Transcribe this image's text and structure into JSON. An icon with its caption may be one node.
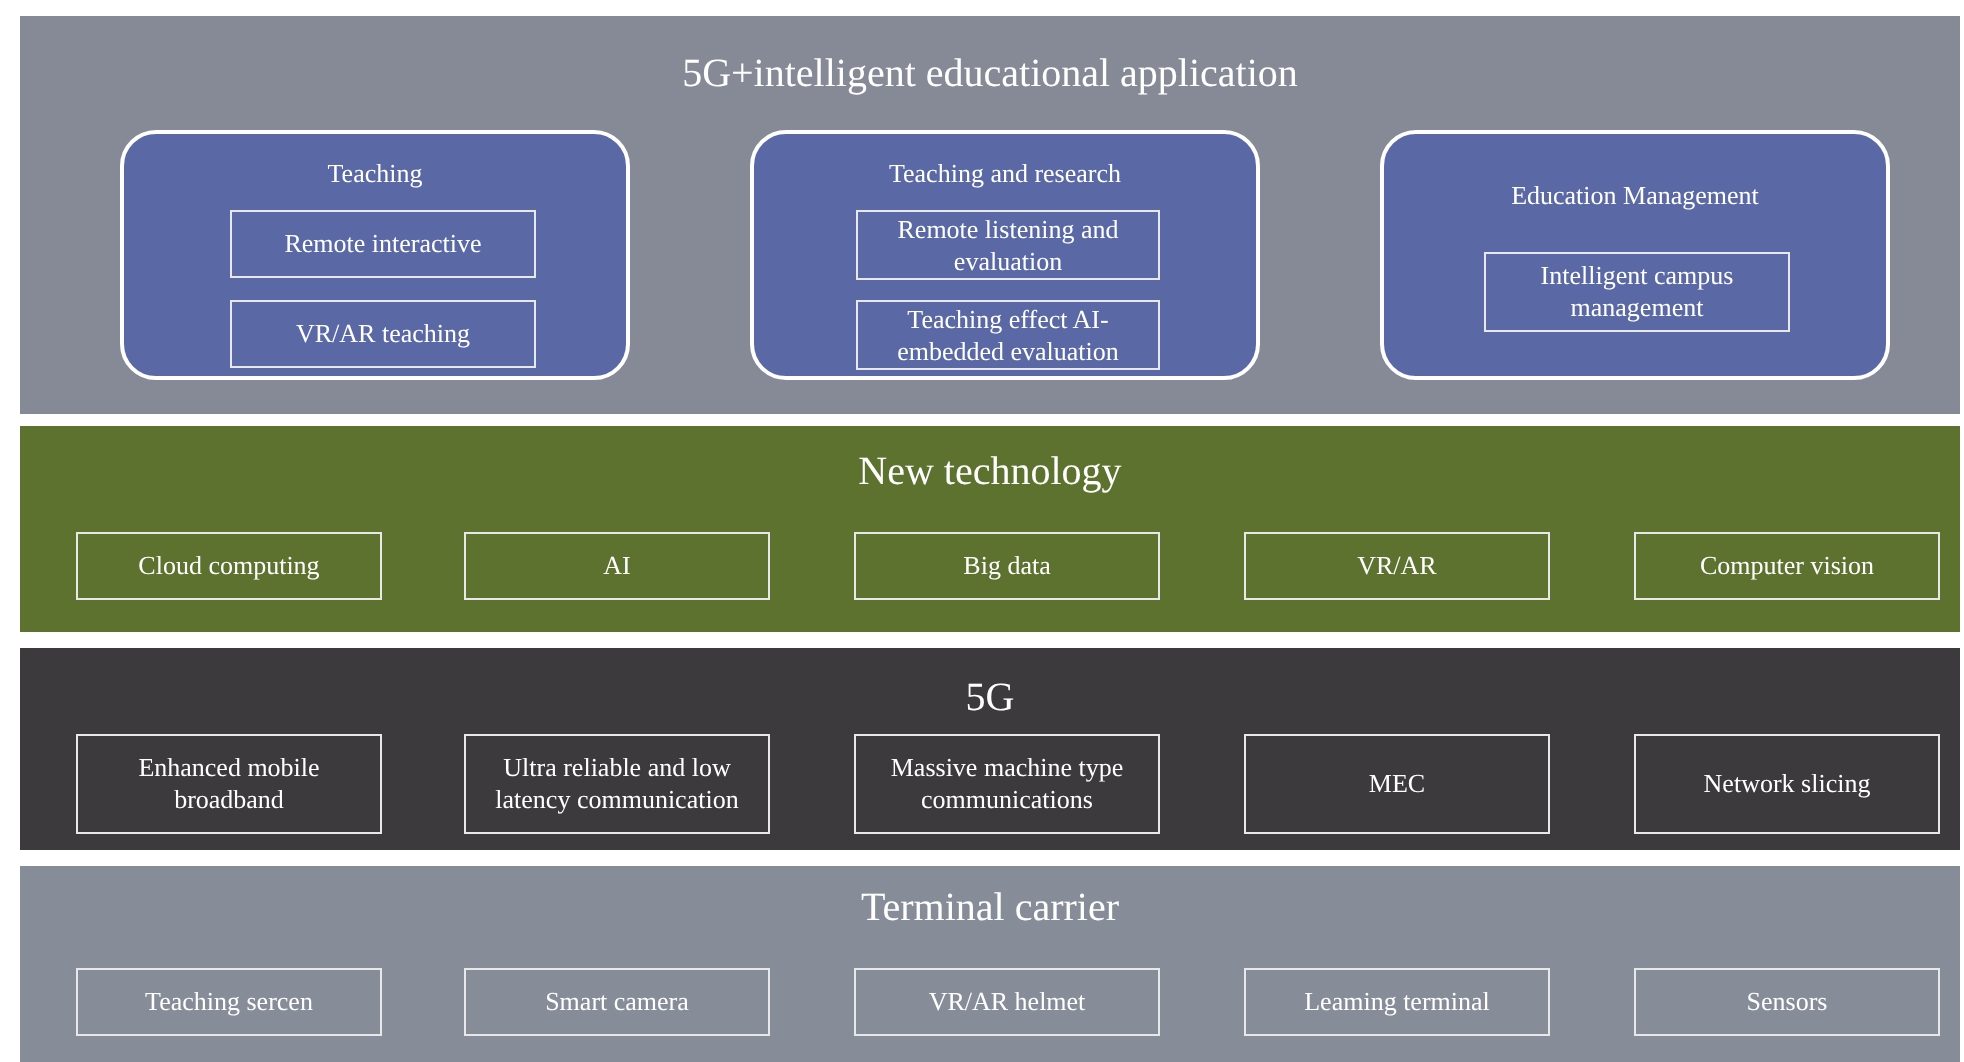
{
  "diagram": {
    "nodes": [
      {
        "text": [
          "5G+intelligent educational application"
        ]
      },
      {
        "text": [
          "Teaching"
        ],
        "in": 0
      },
      {
        "text": [
          "Remote interactive"
        ],
        "in": 1
      },
      {
        "text": [
          "VR/AR teaching"
        ],
        "in": 1
      },
      {
        "text": [
          "Teaching and research"
        ],
        "in": 0
      },
      {
        "text": [
          "Remote listening and evaluation"
        ],
        "in": 4
      },
      {
        "text": [
          "Teaching effect AI-embedded evaluation"
        ],
        "in": 4
      },
      {
        "text": [
          "Education Management"
        ],
        "in": 0
      },
      {
        "text": [
          "Intelligent campus management"
        ],
        "in": 7
      },
      {
        "text": [
          "New technology"
        ]
      },
      {
        "text": [
          "Cloud computing"
        ],
        "in": 9
      },
      {
        "text": [
          "AI"
        ],
        "in": 9
      },
      {
        "text": [
          "Big data"
        ],
        "in": 9
      },
      {
        "text": [
          "VR/AR"
        ],
        "in": 9
      },
      {
        "text": [
          "Computer vision"
        ],
        "in": 9
      },
      {
        "text": [
          "5G"
        ]
      },
      {
        "text": [
          "Enhanced mobile broadband"
        ],
        "in": 15
      },
      {
        "text": [
          "Ultra reliable and low latency communication"
        ],
        "in": 15
      },
      {
        "text": [
          "Massive machine type communications"
        ],
        "in": 15
      },
      {
        "text": [
          "MEC"
        ],
        "in": 15
      },
      {
        "text": [
          "Network slicing"
        ],
        "in": 15
      },
      {
        "text": [
          "Terminal carrier"
        ]
      },
      {
        "text": [
          "Teaching sercen"
        ],
        "in": 21
      },
      {
        "text": [
          "Smart camera"
        ],
        "in": 21
      },
      {
        "text": [
          "VR/AR helmet"
        ],
        "in": 21
      },
      {
        "text": [
          "Leaming terminal"
        ],
        "in": 21
      },
      {
        "text": [
          "Sensors"
        ],
        "in": 21
      }
    ],
    "edges": []
  }
}
